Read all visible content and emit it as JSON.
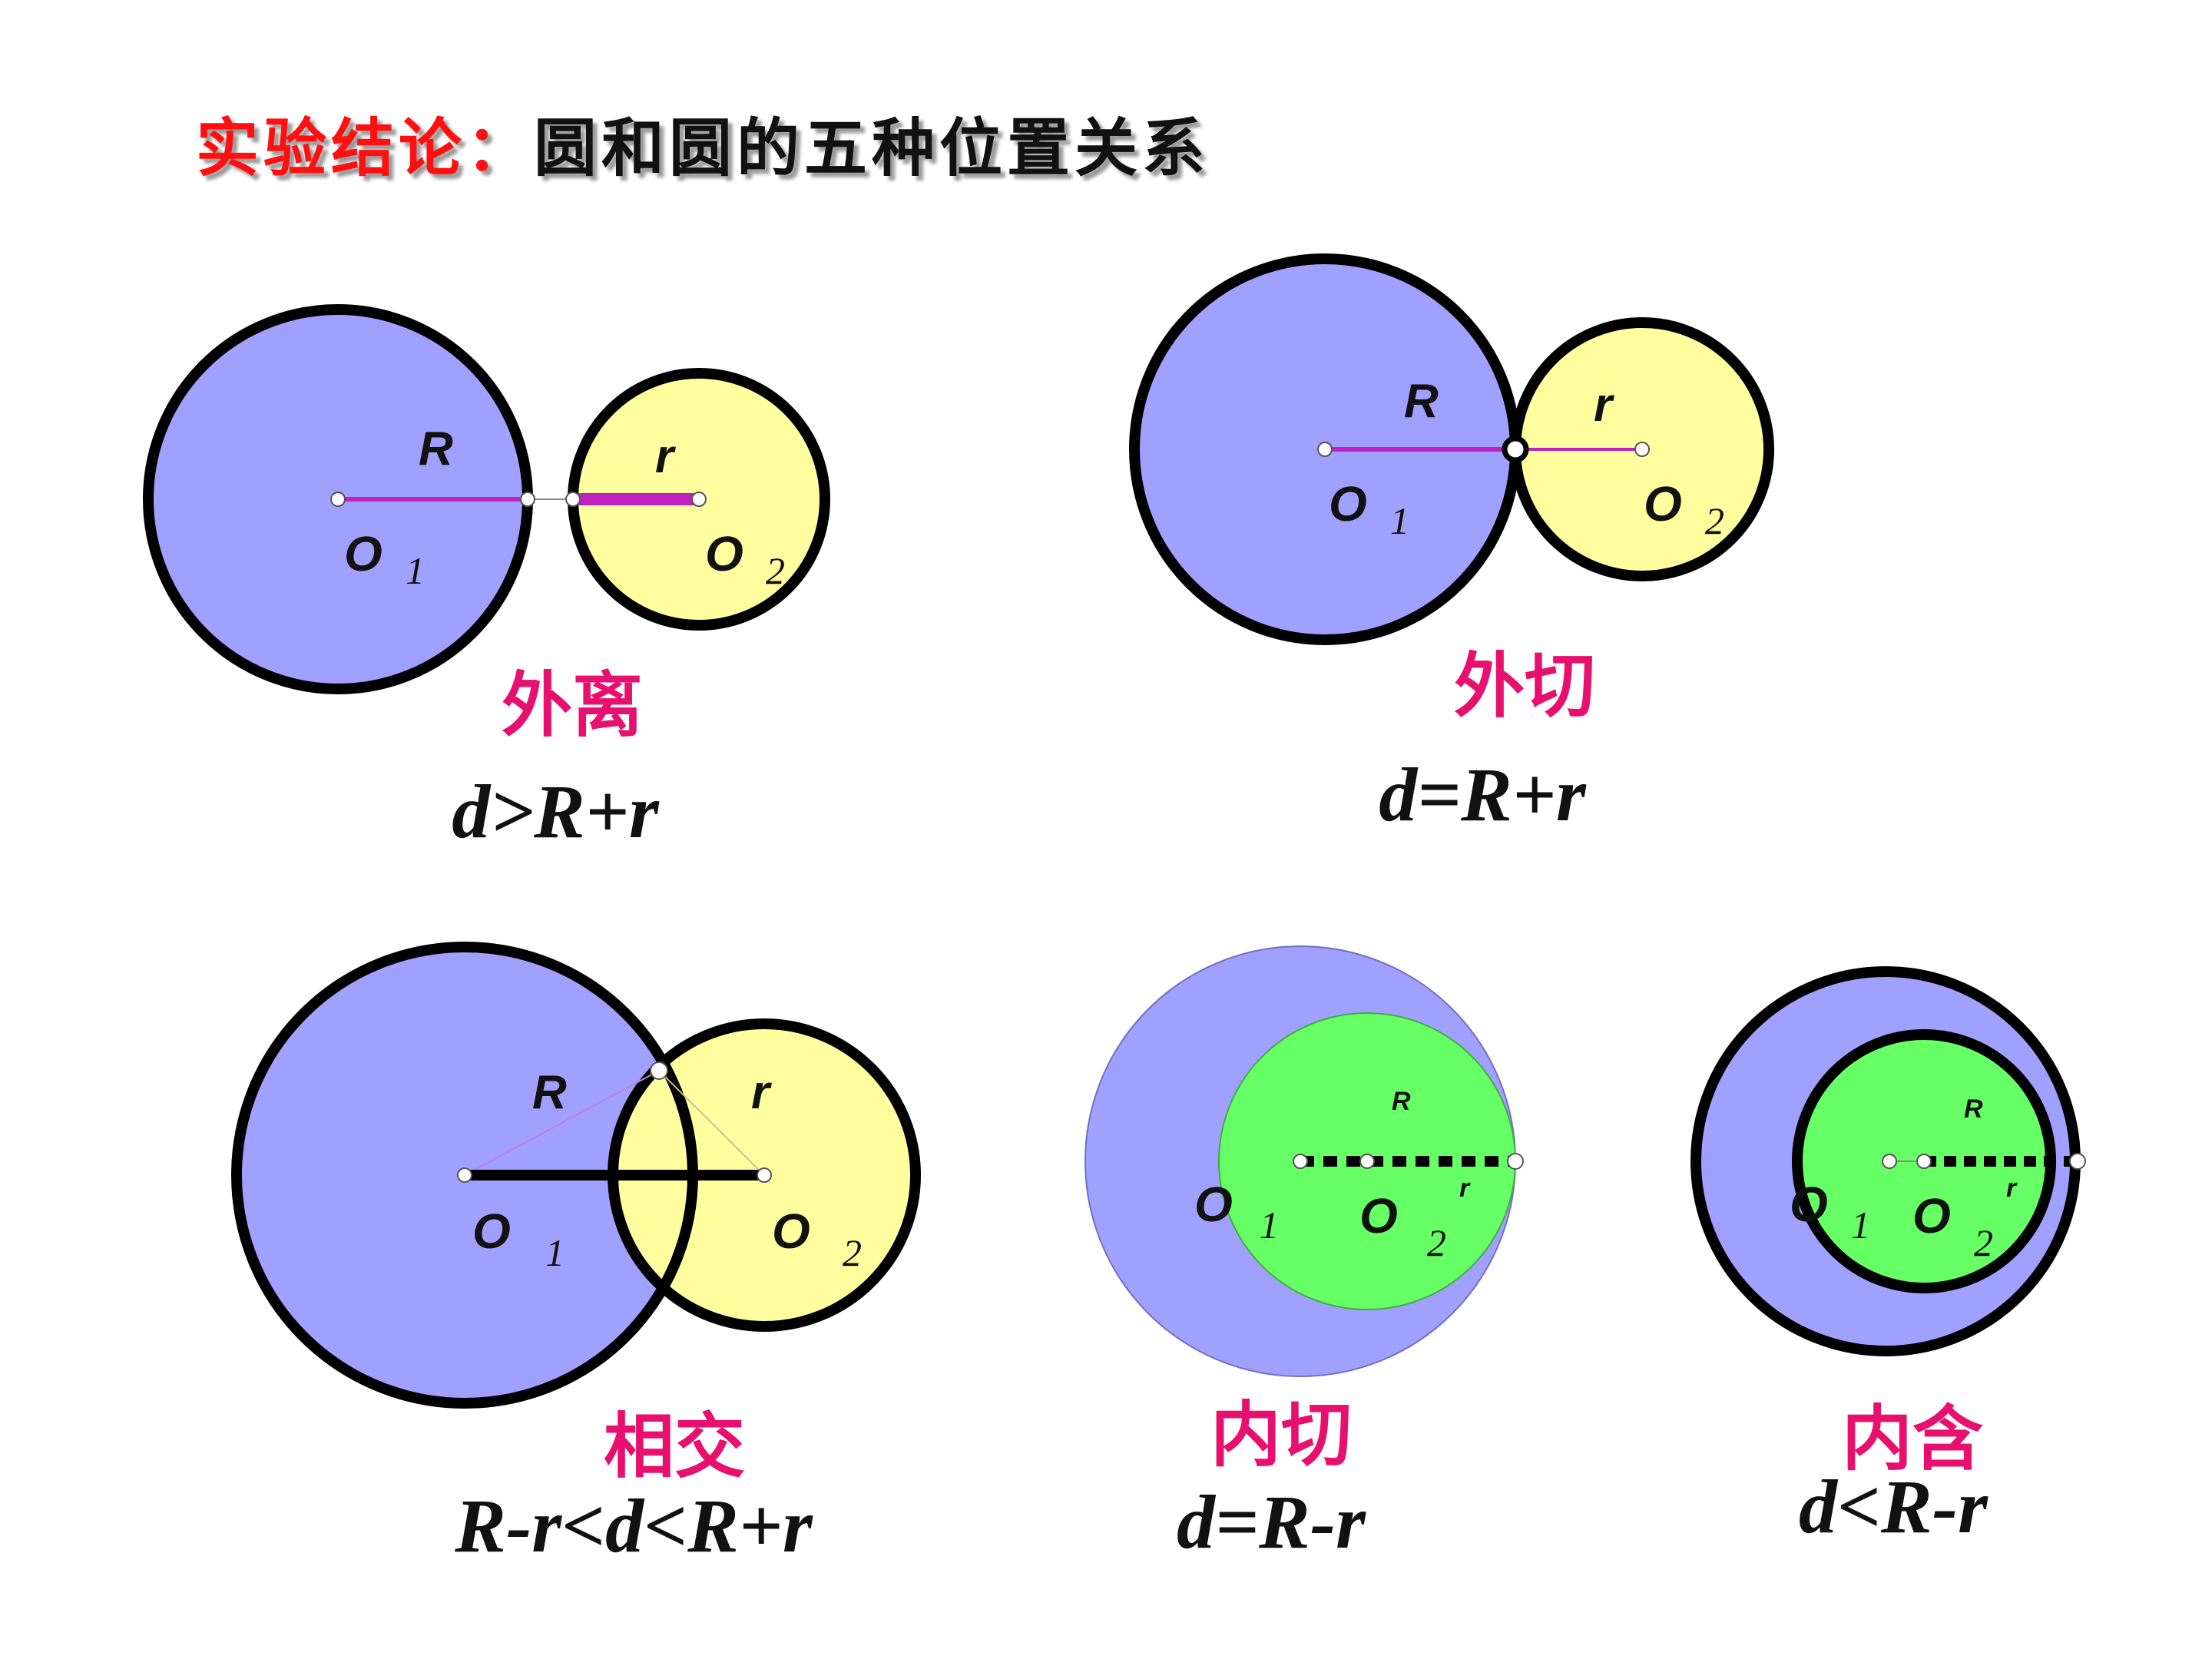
{
  "title": {
    "prefix": "实验结论：",
    "main": "圆和圆的五种位置关系"
  },
  "colors": {
    "big_circle": "#a0a0ff",
    "small_circle_yellow": "#ffffa0",
    "small_circle_green": "#66ff66",
    "radius_line": "#c020c0",
    "name_text": "#e8106e"
  },
  "labels": {
    "R": "R",
    "r": "r",
    "O": "O",
    "one": "1",
    "two": "2"
  },
  "panels": {
    "separate": {
      "name": "外离",
      "formula": "d>R+r"
    },
    "ext_tangent": {
      "name": "外切",
      "formula": "d=R+r"
    },
    "intersect": {
      "name": "相交",
      "formula": "R-r<d<R+r"
    },
    "int_tangent": {
      "name": "内切",
      "formula": "d=R-r"
    },
    "contain": {
      "name": "内含",
      "formula": "d<R-r"
    }
  }
}
